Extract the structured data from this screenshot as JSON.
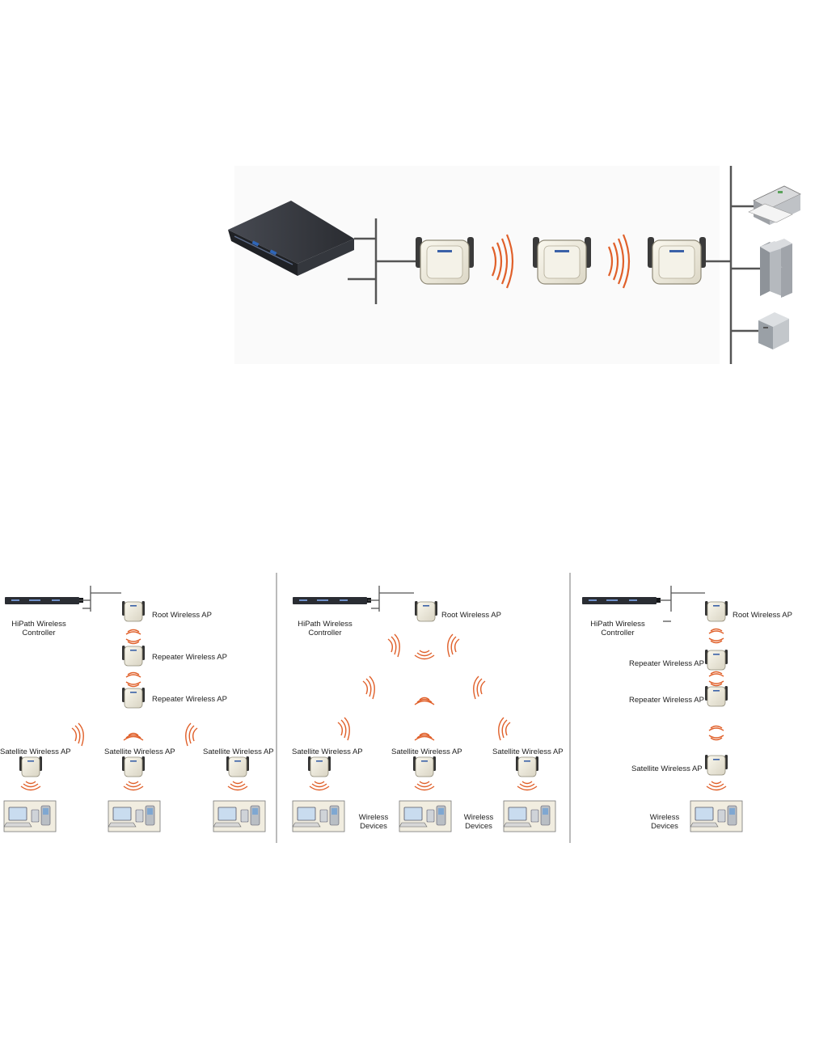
{
  "labels": {
    "controller_line1": "HiPath Wireless",
    "controller_line2": "Controller",
    "root_ap": "Root Wireless AP",
    "repeater_ap": "Repeater Wireless AP",
    "satellite_ap": "Satellite Wireless AP",
    "devices_line1": "Wireless",
    "devices_line2": "Devices"
  },
  "icons": {
    "controller": "rack-controller-icon",
    "access_point": "wireless-access-point-icon",
    "signal": "radio-signal-waves-icon",
    "printer": "printer-icon",
    "server": "server-icon",
    "tower": "tower-computer-icon",
    "devices": "wireless-devices-icon"
  },
  "colors": {
    "signal": "#e0602a",
    "line": "#555555",
    "device_fill": "#f1ede0",
    "controller_fill": "#2a2d33"
  }
}
